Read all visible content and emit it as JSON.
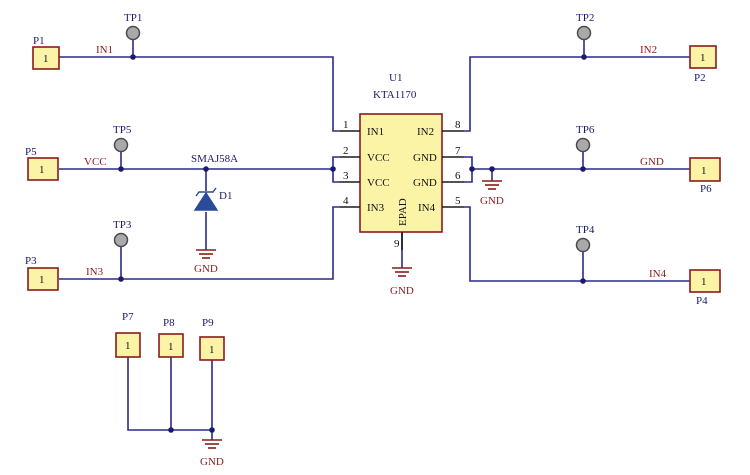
{
  "colors": {
    "wire": "#2a2a8c",
    "net_label": "#8b1a1a",
    "designator": "#1a1a6c",
    "part_fill": "#fbf3a6",
    "part_border": "#8b1a1a",
    "test_point": "#a9a9a9"
  },
  "u1": {
    "designator": "U1",
    "part": "KTA1170",
    "pins_left": [
      {
        "num": "1",
        "name": "IN1"
      },
      {
        "num": "2",
        "name": "VCC"
      },
      {
        "num": "3",
        "name": "VCC"
      },
      {
        "num": "4",
        "name": "IN3"
      }
    ],
    "pins_right": [
      {
        "num": "8",
        "name": "IN2"
      },
      {
        "num": "7",
        "name": "GND"
      },
      {
        "num": "6",
        "name": "GND"
      },
      {
        "num": "5",
        "name": "IN4"
      }
    ],
    "pad_name": "EPAD",
    "pad_num": "9"
  },
  "connectors": {
    "P1": {
      "label": "P1",
      "pin": "1"
    },
    "P2": {
      "label": "P2",
      "pin": "1"
    },
    "P3": {
      "label": "P3",
      "pin": "1"
    },
    "P4": {
      "label": "P4",
      "pin": "1"
    },
    "P5": {
      "label": "P5",
      "pin": "1"
    },
    "P6": {
      "label": "P6",
      "pin": "1"
    },
    "P7": {
      "label": "P7",
      "pin": "1"
    },
    "P8": {
      "label": "P8",
      "pin": "1"
    },
    "P9": {
      "label": "P9",
      "pin": "1"
    }
  },
  "test_points": {
    "TP1": "TP1",
    "TP2": "TP2",
    "TP3": "TP3",
    "TP4": "TP4",
    "TP5": "TP5",
    "TP6": "TP6"
  },
  "nets": {
    "in1": "IN1",
    "in2": "IN2",
    "in3": "IN3",
    "in4": "IN4",
    "vcc": "VCC",
    "gnd": "GND"
  },
  "diode": {
    "designator": "D1",
    "part": "SMAJ58A"
  },
  "gnd_labels": {
    "diode": "GND",
    "epad": "GND",
    "right": "GND",
    "bottom": "GND"
  }
}
